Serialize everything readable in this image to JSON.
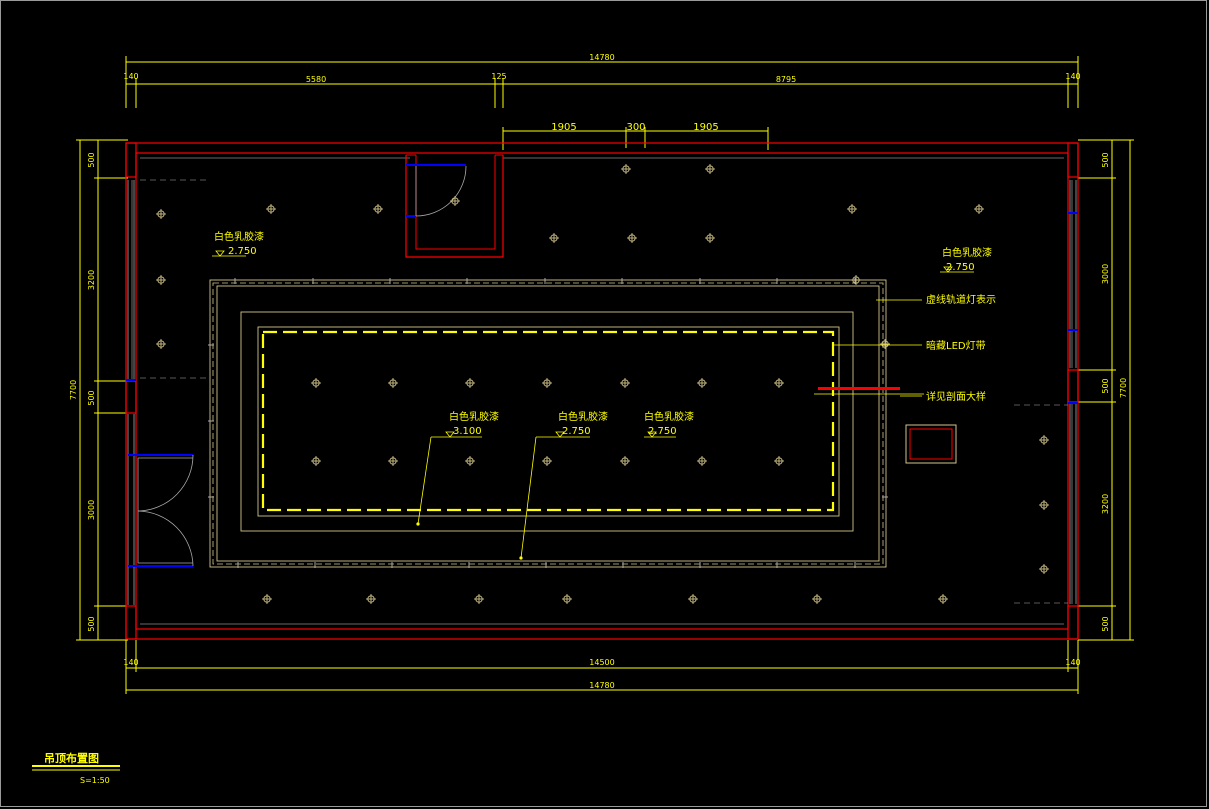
{
  "drawing": {
    "title": "吊顶布置图",
    "scale": "S=1:50",
    "colors": {
      "background": "#000000",
      "wall": "#ff0000",
      "dimension": "#ffff00",
      "ceiling_line": "#d2c58a",
      "door": "#0000ff",
      "frame": "#9a9a9a"
    }
  },
  "dimensions": {
    "top_total": "14780",
    "top_left_end": "140",
    "top_seg1": "5580",
    "top_mid": "125",
    "top_seg2": "8795",
    "top_right_end": "140",
    "top_inner_1": "1905",
    "top_inner_2": "300",
    "top_inner_3": "1905",
    "bottom_left_end": "140",
    "bottom_seg": "14500",
    "bottom_right_end": "140",
    "bottom_total": "14780",
    "left_1": "500",
    "left_2": "3200",
    "left_3": "500",
    "left_4": "3000",
    "left_5": "500",
    "left_total": "7700",
    "right_1": "500",
    "right_2": "3000",
    "right_3": "500",
    "right_4": "3200",
    "right_5": "500",
    "right_total": "7700"
  },
  "annotations": {
    "tl_material": "白色乳胶漆",
    "tl_height": "2.750",
    "tr_material": "白色乳胶漆",
    "tr_height": "2.750",
    "c1_material": "白色乳胶漆",
    "c1_height": "3.100",
    "c2_material": "白色乳胶漆",
    "c2_height": "2.750",
    "c3_material": "白色乳胶漆",
    "c3_height": "2.750",
    "note_track_light": "虚线轨道灯表示",
    "note_led_strip": "暗藏LED灯带",
    "note_section": "详见剖面大样"
  }
}
